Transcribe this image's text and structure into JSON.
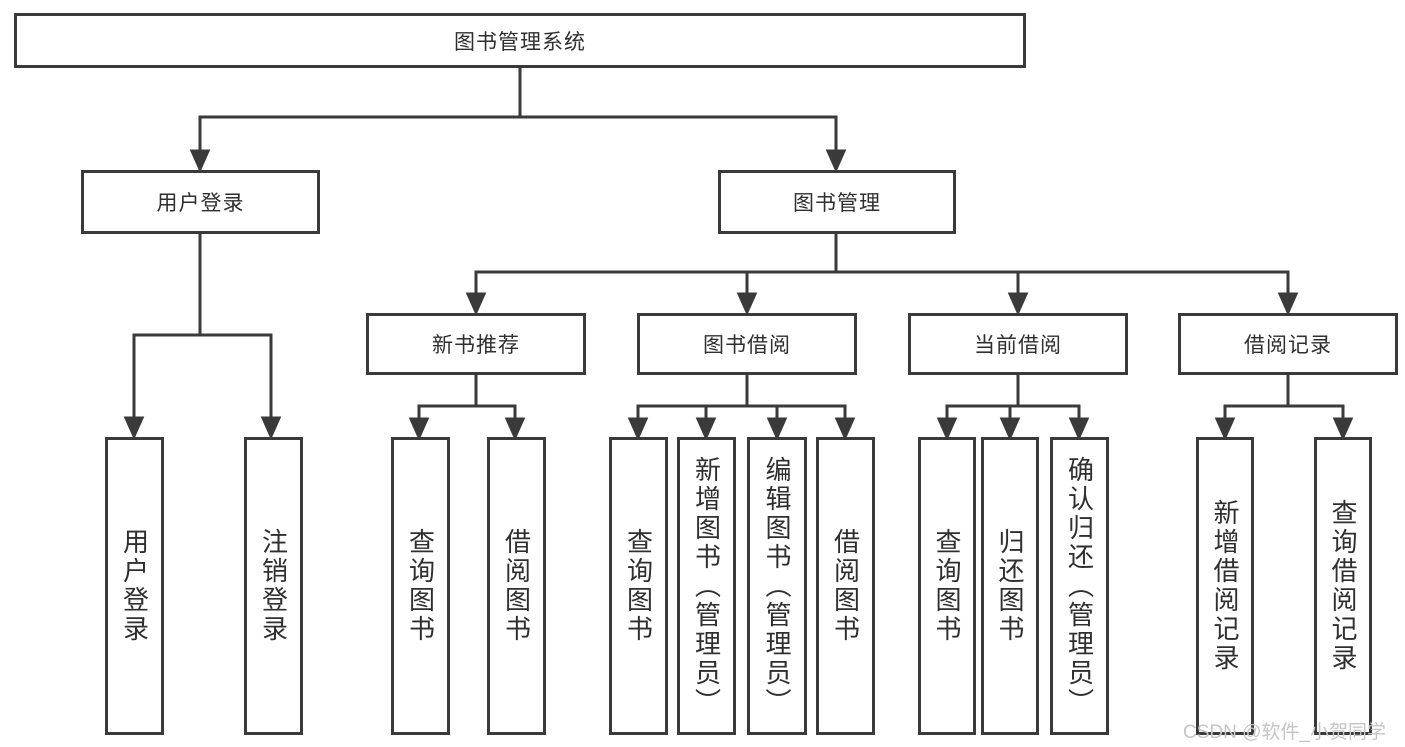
{
  "diagram": {
    "type": "tree",
    "root": {
      "label": "图书管理系统"
    },
    "level2": {
      "user_login": {
        "label": "用户登录",
        "parent": "图书管理系统"
      },
      "book_mgmt": {
        "label": "图书管理",
        "parent": "图书管理系统"
      }
    },
    "level3": {
      "new_book": {
        "label": "新书推荐",
        "parent": "图书管理"
      },
      "book_borrow": {
        "label": "图书借阅",
        "parent": "图书管理"
      },
      "current_borrow": {
        "label": "当前借阅",
        "parent": "图书管理"
      },
      "borrow_record": {
        "label": "借阅记录",
        "parent": "图书管理"
      }
    },
    "leaves": {
      "user_login_leaf": {
        "label": "用户登录",
        "parent": "用户登录"
      },
      "logout": {
        "label": "注销登录",
        "parent": "用户登录"
      },
      "nb_query": {
        "label": "查询图书",
        "parent": "新书推荐"
      },
      "nb_borrow": {
        "label": "借阅图书",
        "parent": "新书推荐"
      },
      "bb_query": {
        "label": "查询图书",
        "parent": "图书借阅"
      },
      "bb_add": {
        "label": "新增图书（管理员）",
        "parent": "图书借阅"
      },
      "bb_edit": {
        "label": "编辑图书（管理员）",
        "parent": "图书借阅"
      },
      "bb_borrow": {
        "label": "借阅图书",
        "parent": "图书借阅"
      },
      "cb_query": {
        "label": "查询图书",
        "parent": "当前借阅"
      },
      "cb_return": {
        "label": "归还图书",
        "parent": "当前借阅"
      },
      "cb_confirm": {
        "label": "确认归还（管理员）",
        "parent": "当前借阅"
      },
      "br_add": {
        "label": "新增借阅记录",
        "parent": "借阅记录"
      },
      "br_query": {
        "label": "查询借阅记录",
        "parent": "借阅记录"
      }
    }
  },
  "watermark": {
    "text": "CSDN @软件_小贺同学"
  },
  "colors": {
    "line": "#3a3a3a",
    "border": "#3a3a3a",
    "text": "#2f2f2f",
    "watermark": "#c5c5c5",
    "background": "#ffffff"
  }
}
